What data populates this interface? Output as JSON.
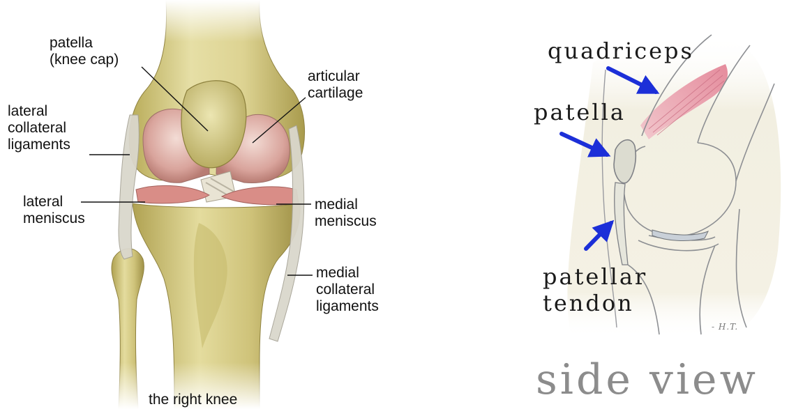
{
  "front_view": {
    "caption": "the right knee",
    "labels": {
      "patella": [
        "patella",
        "(knee cap)"
      ],
      "articular_cartilage": [
        "articular",
        "cartilage"
      ],
      "lateral_collateral_ligaments": [
        "lateral",
        "collateral",
        "ligaments"
      ],
      "lateral_meniscus": [
        "lateral",
        "meniscus"
      ],
      "medial_meniscus": [
        "medial",
        "meniscus"
      ],
      "medial_collateral_ligaments": [
        "medial",
        "collateral",
        "ligaments"
      ]
    }
  },
  "side_view": {
    "title": "side view",
    "signature": "- H.T.",
    "labels": {
      "quadriceps": "quadriceps",
      "patella": "patella",
      "patellar_tendon": [
        "patellar",
        "tendon"
      ]
    }
  },
  "colors": {
    "bone": "#d9d08a",
    "bone_shadow": "#b3a75a",
    "cartilage": "#e2b3ad",
    "meniscus": "#d98d87",
    "ligament": "#d6d3c8",
    "muscle": "#e58a9a",
    "arrow": "#1c2fd8",
    "sketch_bg": "#f2efe1",
    "leader_line": "#111111",
    "title_gray": "#8c8c8c"
  }
}
